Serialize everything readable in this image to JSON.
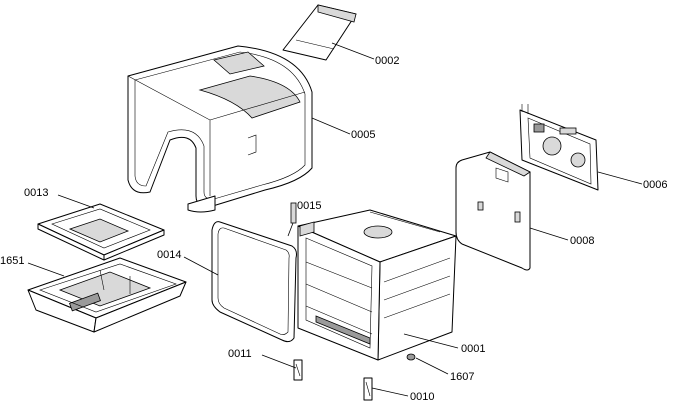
{
  "diagram": {
    "labels": {
      "p0002": "0002",
      "p0005": "0005",
      "p0013": "0013",
      "p1651": "1651",
      "p0014": "0014",
      "p0015": "0015",
      "p0006": "0006",
      "p0008": "0008",
      "p0001": "0001",
      "p0011": "0011",
      "p1607": "1607",
      "p0010": "0010"
    }
  }
}
